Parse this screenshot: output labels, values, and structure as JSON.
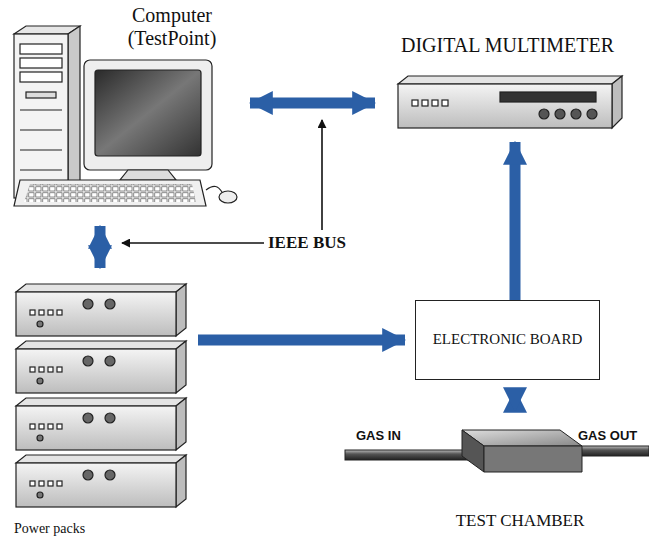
{
  "diagram": {
    "nodes": [
      {
        "text": [
          "Computer (TestPoint)"
        ]
      },
      {
        "text": [
          "DIGITAL MULTIMETER"
        ]
      },
      {
        "text": [
          "Power packs"
        ]
      },
      {
        "text": [
          "ELECTRONIC BOARD"
        ]
      },
      {
        "text": [
          "TEST CHAMBER"
        ]
      }
    ],
    "edges": [
      {
        "from": 0,
        "to": 1,
        "arrow": "both"
      },
      {
        "from": 0,
        "to": 2,
        "arrow": "both"
      },
      {
        "from": 2,
        "to": 3,
        "arrow": "to"
      },
      {
        "from": 3,
        "to": 1,
        "arrow": "to"
      },
      {
        "from": 3,
        "to": 4,
        "arrow": "both"
      }
    ],
    "labels": [
      "IEEE BUS",
      "GAS IN",
      "GAS OUT"
    ]
  }
}
